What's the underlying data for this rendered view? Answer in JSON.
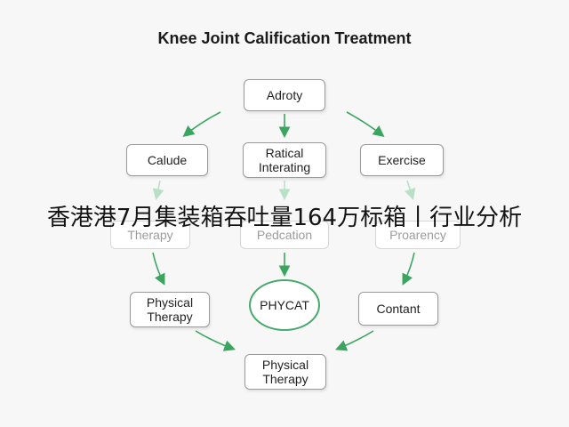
{
  "diagram": {
    "title": "Knee Joint Calification Treatment",
    "colors": {
      "arrow": "#3aa55e",
      "arrow_faded": "#b9dfc6"
    },
    "nodes": {
      "adroty": "Adroty",
      "calude": "Calude",
      "ratical_interating": "Ratical\nInterating",
      "exercise": "Exercise",
      "therapy_faded": "Therapy",
      "pedcation_faded": "Pedcation",
      "proarency_faded": "Proarency",
      "physical_therapy_left": "Physical\nTherapy",
      "phycat": "PHYCAT",
      "contant": "Contant",
      "physical_therapy_bottom": "Physical\nTherapy"
    }
  },
  "overlay": {
    "banner_text": "香港港7月集装箱吞吐量164万标箱丨行业分析"
  }
}
